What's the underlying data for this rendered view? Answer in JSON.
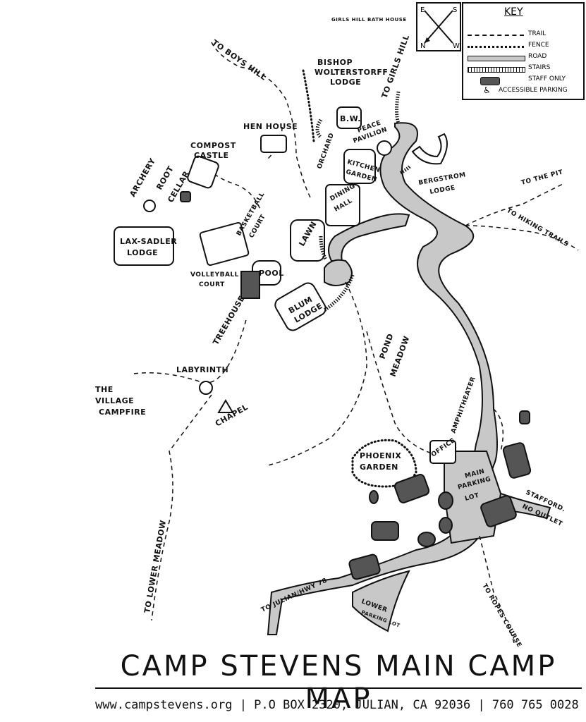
{
  "title": "CAMP STEVENS MAIN CAMP MAP",
  "footer": "www.campstevens.org | P.O BOX 2320, JULIAN, CA 92036 | 760 765 0028",
  "key": {
    "heading": "KEY",
    "items": [
      {
        "label": "TRAIL",
        "style": "trail"
      },
      {
        "label": "FENCE",
        "style": "fence"
      },
      {
        "label": "ROAD",
        "style": "road"
      },
      {
        "label": "STAIRS",
        "style": "stairs"
      },
      {
        "label": "STAFF ONLY",
        "style": "staff"
      },
      {
        "label": "ACCESSIBLE PARKING",
        "style": "accessible"
      }
    ]
  },
  "compass": {
    "n": "N",
    "e": "E",
    "s": "S",
    "w": "W"
  },
  "labels": {
    "to_boys_hill": "TO BOYS HILL",
    "girls_hill_bath_house": "GIRLS HILL BATH HOUSE",
    "to_girls_hill": "TO GIRLS HILL",
    "bishop": "BISHOP",
    "wolterstorff": "WOLTERSTORFF",
    "lodge_bw": "LODGE",
    "bw": "B.W.",
    "peace": "PEACE",
    "pavilion": "PAVILION",
    "hen_house": "HEN HOUSE",
    "compost": "COMPOST",
    "castle": "CASTLE",
    "orchard": "ORCHARD",
    "kitchen": "KITCHEN",
    "garden": "GARDEN",
    "bergstrom": "BERGSTROM",
    "bergstrom_lodge": "LODGE",
    "to_the_pit": "TO THE PIT",
    "to_hiking_trails": "TO HIKING TRAILS",
    "archery": "ARCHERY",
    "root": "ROOT",
    "cellar": "CELLAR",
    "basketball": "BASKETBALL",
    "court": "COURT",
    "dining": "DINING",
    "hall": "HALL",
    "lawn": "LAWN",
    "lax_sadler": "LAX-SADLER",
    "lax_lodge": "LODGE",
    "pool": "POOL",
    "volleyball": "VOLLEYBALL",
    "volleyball_court": "COURT",
    "blum": "BLUM",
    "blum_lodge": "LODGE",
    "treehouse": "TREEHOUSE",
    "pond": "POND",
    "meadow": "MEADOW",
    "labyrinth": "LABYRINTH",
    "the": "THE",
    "village": "VILLAGE",
    "campfire": "CAMPFIRE",
    "chapel": "CHAPEL",
    "amphitheater": "AMPHITHEATER",
    "office": "OFFICE",
    "phoenix": "PHOENIX",
    "phoenix_garden": "GARDEN",
    "main": "MAIN",
    "parking": "PARKING",
    "lot": "LOT",
    "stafford": "STAFFORD.",
    "no_outlet": "NO OUTLET",
    "to_lower_meadow": "TO LOWER MEADOW",
    "to_julian": "TO JULIAN/HWY 78",
    "lower": "LOWER",
    "parking_lot": "PARKING LOT",
    "to_ropes_course": "TO ROPES COURSE"
  }
}
